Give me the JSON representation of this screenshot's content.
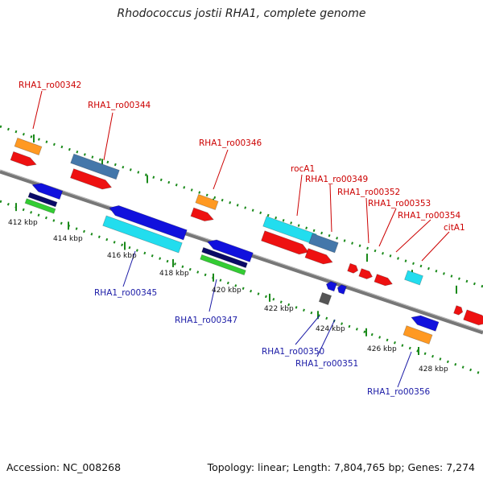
{
  "title": "Rhodococcus jostii RHA1, complete genome",
  "footer": {
    "accession": "Accession: NC_008268",
    "summary": "Topology: linear; Length: 7,804,765 bp; Genes: 7,274"
  },
  "colors": {
    "label_top": "#cc0000",
    "label_bottom": "#1a1aa6",
    "tick": "#228822",
    "backbone": "#777777",
    "red": "#ee1111",
    "blue": "#1111dd",
    "cyan": "#22ddee",
    "orange": "#ff9922",
    "steelblue": "#4477aa",
    "navy": "#0a0a66",
    "green": "#33cc33",
    "gray": "#555555"
  },
  "scale_labels": [
    "412 kbp",
    "414 kbp",
    "416 kbp",
    "418 kbp",
    "420 kbp",
    "422 kbp",
    "424 kbp",
    "426 kbp",
    "428 kbp"
  ],
  "top_labels": [
    "RHA1_ro00342",
    "RHA1_ro00344",
    "RHA1_ro00346",
    "rocA1",
    "RHA1_ro00349",
    "RHA1_ro00352",
    "RHA1_ro00353",
    "RHA1_ro00354",
    "citA1"
  ],
  "bottom_labels": [
    "RHA1_ro00345",
    "RHA1_ro00347",
    "RHA1_ro00350",
    "RHA1_ro00351",
    "RHA1_ro00356"
  ]
}
